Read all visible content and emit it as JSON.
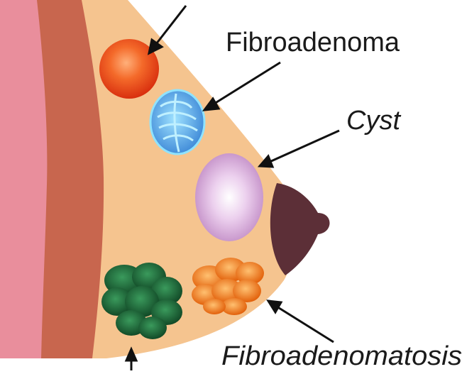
{
  "diagram": {
    "labels": {
      "fibroadenoma": "Fibroadenoma",
      "cyst": "Cyst",
      "fibroadenomatosis": "Fibroadenomatosis"
    }
  },
  "colors": {
    "skin": "#f5c48f",
    "skin_edge": "#f0b577",
    "outer_band": "#e98e9c",
    "muscle_band": "#c8664e",
    "nipple": "#5c2f37",
    "red_mass": "#ef4a1d",
    "blue_mass": "#5aa9e0",
    "cyst": "#d4a4d6",
    "orange_cluster": "#f47a10",
    "green_cluster": "#1f6f3f",
    "arrow": "#111111"
  }
}
